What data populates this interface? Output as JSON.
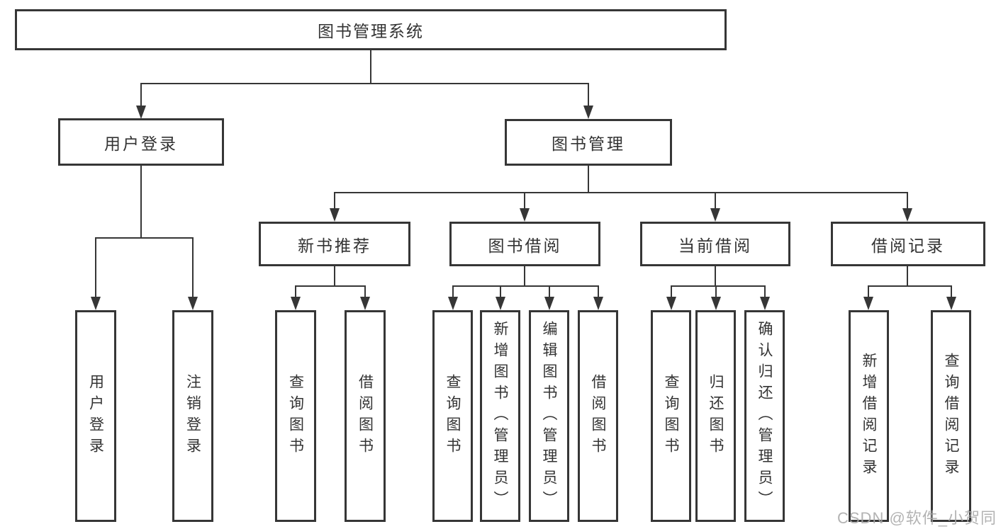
{
  "diagram": {
    "root": {
      "label": "图书管理系统"
    },
    "branches": [
      {
        "label": "用户登录",
        "children": [
          {
            "label": "用户登录"
          },
          {
            "label": "注销登录"
          }
        ]
      },
      {
        "label": "图书管理",
        "sections": [
          {
            "label": "新书推荐",
            "children": [
              {
                "label": "查询图书"
              },
              {
                "label": "借阅图书"
              }
            ]
          },
          {
            "label": "图书借阅",
            "children": [
              {
                "label": "查询图书"
              },
              {
                "label": "新增图书（管理员）"
              },
              {
                "label": "编辑图书（管理员）"
              },
              {
                "label": "借阅图书"
              }
            ]
          },
          {
            "label": "当前借阅",
            "children": [
              {
                "label": "查询图书"
              },
              {
                "label": "归还图书"
              },
              {
                "label": "确认归还（管理员）"
              }
            ]
          },
          {
            "label": "借阅记录",
            "children": [
              {
                "label": "新增借阅记录"
              },
              {
                "label": "查询借阅记录"
              }
            ]
          }
        ]
      }
    ]
  },
  "watermark": "CSDN @软件_小贺同学",
  "colors": {
    "line": "#363636",
    "text": "#333333",
    "background": "#ffffff",
    "watermark": "#aaaaaa"
  }
}
